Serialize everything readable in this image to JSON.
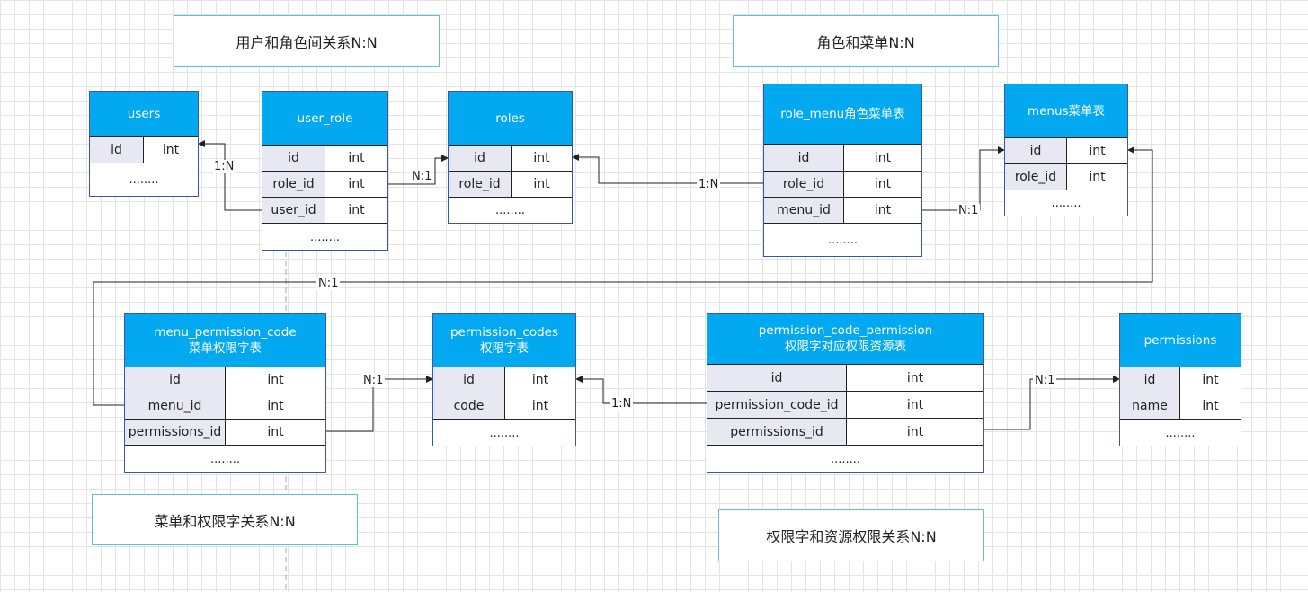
{
  "notes": {
    "user_role_relation": "用户和角色间关系N:N",
    "role_menu_relation": "角色和菜单N:N",
    "menu_permission_relation": "菜单和权限字关系N:N",
    "permission_resource_relation": "权限字和资源权限关系N:N"
  },
  "tables": {
    "users": {
      "title": "users",
      "rows": [
        [
          "id",
          "int"
        ]
      ],
      "more": "........"
    },
    "user_role": {
      "title": "user_role",
      "rows": [
        [
          "id",
          "int"
        ],
        [
          "role_id",
          "int"
        ],
        [
          "user_id",
          "int"
        ]
      ],
      "more": "........"
    },
    "roles": {
      "title": "roles",
      "rows": [
        [
          "id",
          "int"
        ],
        [
          "role_id",
          "int"
        ]
      ],
      "more": "........"
    },
    "role_menu": {
      "title": "role_menu角色菜单表",
      "rows": [
        [
          "id",
          "int"
        ],
        [
          "role_id",
          "int"
        ],
        [
          "menu_id",
          "int"
        ]
      ],
      "more": "........"
    },
    "menus": {
      "title": "menus菜单表",
      "rows": [
        [
          "id",
          "int"
        ],
        [
          "role_id",
          "int"
        ]
      ],
      "more": "........"
    },
    "menu_permission_code": {
      "title": "menu_permission_code",
      "subtitle": "菜单权限字表",
      "rows": [
        [
          "id",
          "int"
        ],
        [
          "menu_id",
          "int"
        ],
        [
          "permissions_id",
          "int"
        ]
      ],
      "more": "........"
    },
    "permission_codes": {
      "title": "permission_codes",
      "subtitle": "权限字表",
      "rows": [
        [
          "id",
          "int"
        ],
        [
          "code",
          "int"
        ]
      ],
      "more": "........"
    },
    "permission_code_permission": {
      "title": "permission_code_permission",
      "subtitle": "权限字对应权限资源表",
      "rows": [
        [
          "id",
          "int"
        ],
        [
          "permission_code_id",
          "int"
        ],
        [
          "permissions_id",
          "int"
        ]
      ],
      "more": "........"
    },
    "permissions": {
      "title": "permissions",
      "rows": [
        [
          "id",
          "int"
        ],
        [
          "name",
          "int"
        ]
      ],
      "more": "........"
    }
  },
  "relations": {
    "user_role_to_users": "1:N",
    "user_role_to_roles": "N:1",
    "role_menu_to_roles": "1:N",
    "role_menu_to_menus": "N:1",
    "menu_permission_to_menus": "N:1",
    "menu_permission_to_codes": "N:1",
    "code_permission_to_codes": "1:N",
    "code_permission_to_permissions": "N:1"
  },
  "colors": {
    "header": "#03a9f0",
    "border": "#3a56a8",
    "key_cell": "#e8e8f2",
    "note_border": "#5bc0de",
    "line": "#222222"
  }
}
